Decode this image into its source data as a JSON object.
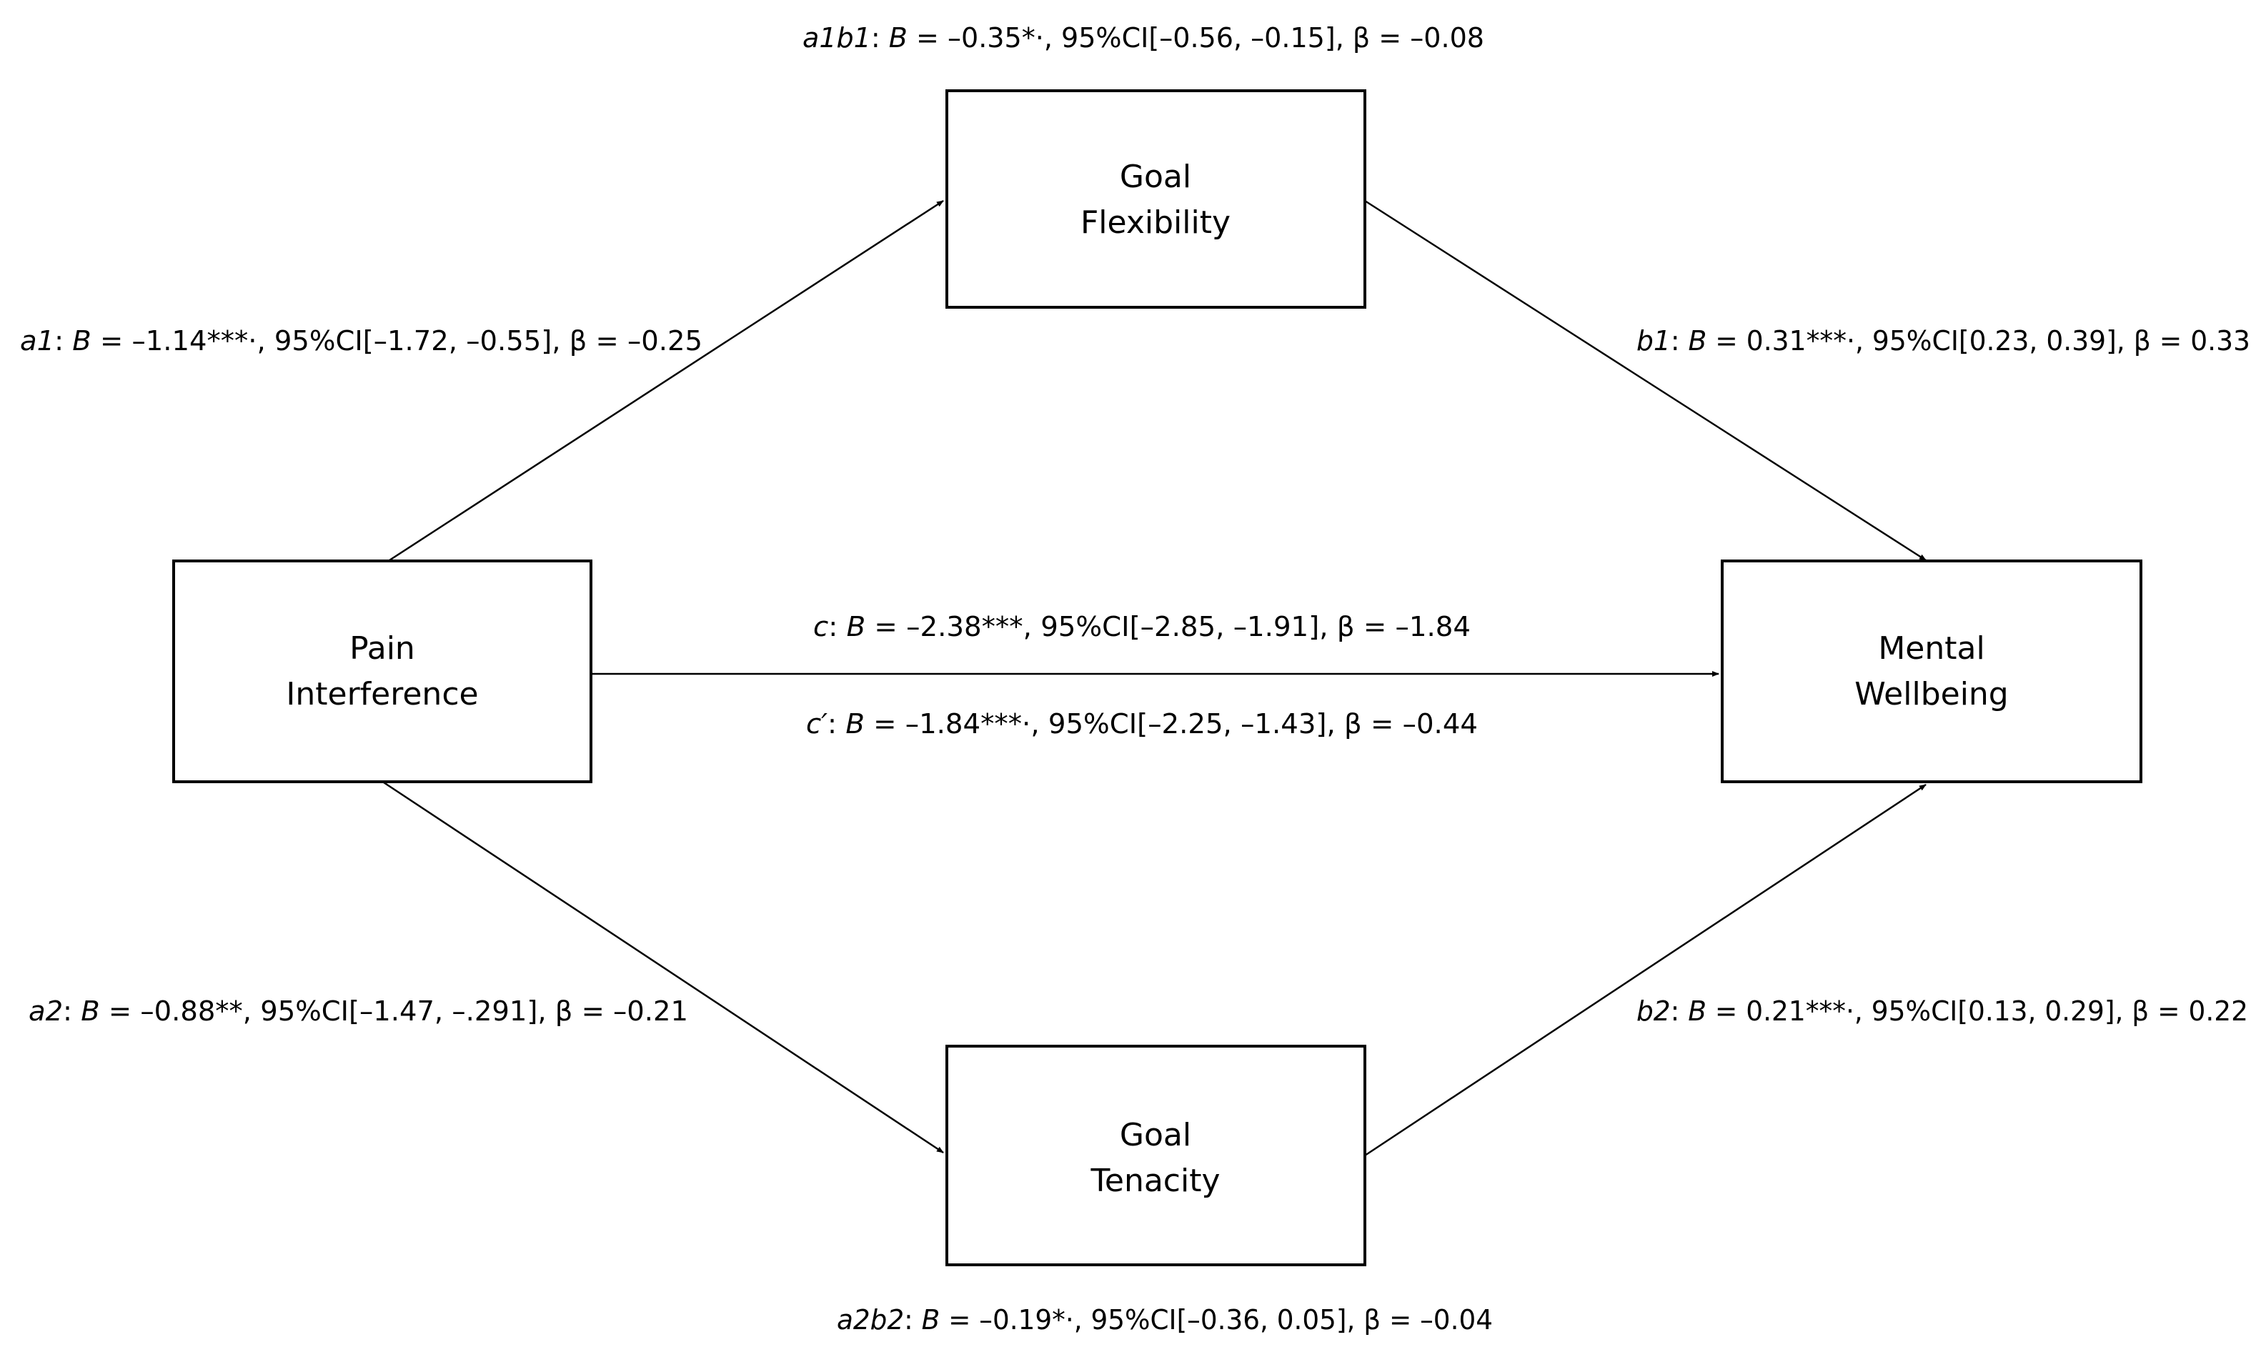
{
  "diagram": {
    "nodes": {
      "pain": {
        "line1": "Pain",
        "line2": "Interference"
      },
      "flex": {
        "line1": "Goal",
        "line2": "Flexibility"
      },
      "ten": {
        "line1": "Goal",
        "line2": "Tenacity"
      },
      "mental": {
        "line1": "Mental",
        "line2": "Wellbeing"
      }
    },
    "paths": {
      "a1b1": {
        "name": "a1b1",
        "sep": ": ",
        "coef": "B",
        "rest": " = –0.35*·, 95%CI[–0.56, –0.15], β = –0.08"
      },
      "a1": {
        "name": "a1",
        "sep": ": ",
        "coef": "B",
        "rest": " = –1.14***·, 95%CI[–1.72, –0.55], β = –0.25"
      },
      "b1": {
        "name": "b1",
        "sep": ": ",
        "coef": "B",
        "rest": " = 0.31***·, 95%CI[0.23, 0.39], β = 0.33"
      },
      "c": {
        "name": "c",
        "sep": ": ",
        "coef": "B",
        "rest": " = –2.38***, 95%CI[–2.85, –1.91], β = –1.84"
      },
      "c_prime": {
        "name": "c′",
        "sep": ": ",
        "coef": "B",
        "rest": " = –1.84***·, 95%CI[–2.25, –1.43], β = –0.44"
      },
      "a2": {
        "name": "a2",
        "sep": ": ",
        "coef": "B",
        "rest": " = –0.88**, 95%CI[–1.47, –.291], β = –0.21"
      },
      "b2": {
        "name": "b2",
        "sep": ": ",
        "coef": "B",
        "rest": " = 0.21***·, 95%CI[0.13, 0.29], β = 0.22"
      },
      "a2b2": {
        "name": "a2b2",
        "sep": ": ",
        "coef": "B",
        "rest": " = –0.19*·, 95%CI[–0.36, 0.05], β = –0.04"
      }
    }
  }
}
